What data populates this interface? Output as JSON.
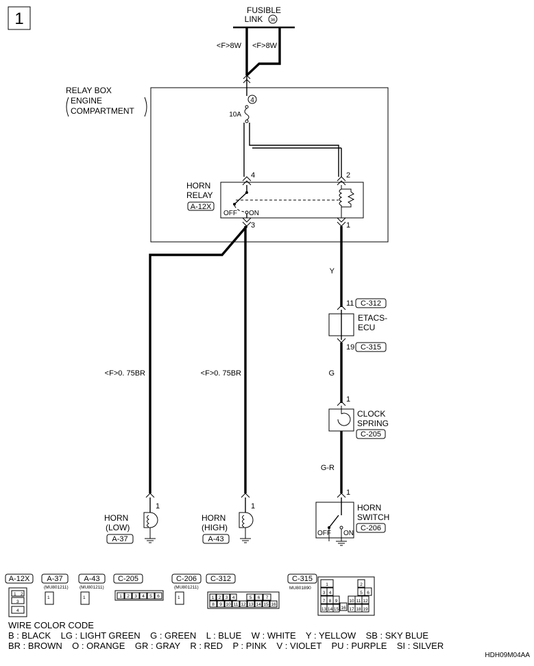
{
  "figure_number": "1",
  "fusible_link": {
    "line1": "FUSIBLE",
    "line2": "LINK",
    "number": "36"
  },
  "wires": {
    "fl_left": "<F>8W",
    "fl_right": "<F>8W",
    "horn_low": "<F>0. 75BR",
    "horn_high": "<F>0. 75BR",
    "relay_to_ecu": "Y",
    "ecu_to_clock": "G",
    "clock_to_switch": "G-R"
  },
  "relay_box": {
    "line1": "RELAY BOX",
    "line2": "ENGINE",
    "line3": "COMPARTMENT"
  },
  "fuse": {
    "number": "4",
    "rating": "10A"
  },
  "horn_relay": {
    "line1": "HORN",
    "line2": "RELAY",
    "connector": "A-12X",
    "pin4": "4",
    "pin2": "2",
    "pin3": "3",
    "pin1": "1",
    "off": "OFF",
    "on": "ON"
  },
  "etacs": {
    "line1": "ETACS-",
    "line2": "ECU",
    "pin_top": "11",
    "conn_top": "C-312",
    "pin_bottom": "19",
    "conn_bottom": "C-315"
  },
  "clock_spring": {
    "line1": "CLOCK",
    "line2": "SPRING",
    "connector": "C-205",
    "pin": "1"
  },
  "horn_switch": {
    "line1": "HORN",
    "line2": "SWITCH",
    "connector": "C-206",
    "pin": "1",
    "off": "OFF",
    "on": "ON"
  },
  "horn_low": {
    "line1": "HORN",
    "line2": "(LOW)",
    "connector": "A-37",
    "pin": "1"
  },
  "horn_high": {
    "line1": "HORN",
    "line2": "(HIGH)",
    "connector": "A-43",
    "pin": "1"
  },
  "connectors": [
    {
      "label": "A-12X",
      "part": ""
    },
    {
      "label": "A-37",
      "part": "(MU801211)"
    },
    {
      "label": "A-43",
      "part": "(MU801211)"
    },
    {
      "label": "C-205",
      "part": ""
    },
    {
      "label": "C-206",
      "part": "(MU801211)"
    },
    {
      "label": "C-312",
      "part": ""
    },
    {
      "label": "C-315",
      "part": "MU801890"
    }
  ],
  "connector_pins": {
    "a12x_top": "1",
    "a12x_top2": "2",
    "a12x_mid": "3",
    "a12x_bot": "4",
    "a37": "1",
    "a43": "1",
    "c206": "1",
    "c205": [
      "1",
      "2",
      "3",
      "4",
      "5",
      "6"
    ],
    "c312_top": [
      "1",
      "2",
      "3",
      "4",
      "5",
      "6",
      "7"
    ],
    "c312_bottom": [
      "8",
      "9",
      "10",
      "11",
      "12",
      "13",
      "14",
      "15",
      "16"
    ],
    "c315": [
      "1",
      "2",
      "3",
      "4",
      "5",
      "6",
      "7",
      "8",
      "9",
      "10",
      "11",
      "12",
      "13",
      "14",
      "15",
      "16",
      "17",
      "18",
      "19"
    ]
  },
  "legend": {
    "title": "WIRE COLOR CODE",
    "line1": "B : BLACK    LG : LIGHT GREEN    G : GREEN    L : BLUE    W : WHITE    Y : YELLOW    SB : SKY BLUE",
    "line2": "BR : BROWN    O : ORANGE    GR : GRAY    R : RED    P : PINK    V : VIOLET    PU : PURPLE    SI : SILVER"
  },
  "diagram_code": "HDH09M04AA"
}
